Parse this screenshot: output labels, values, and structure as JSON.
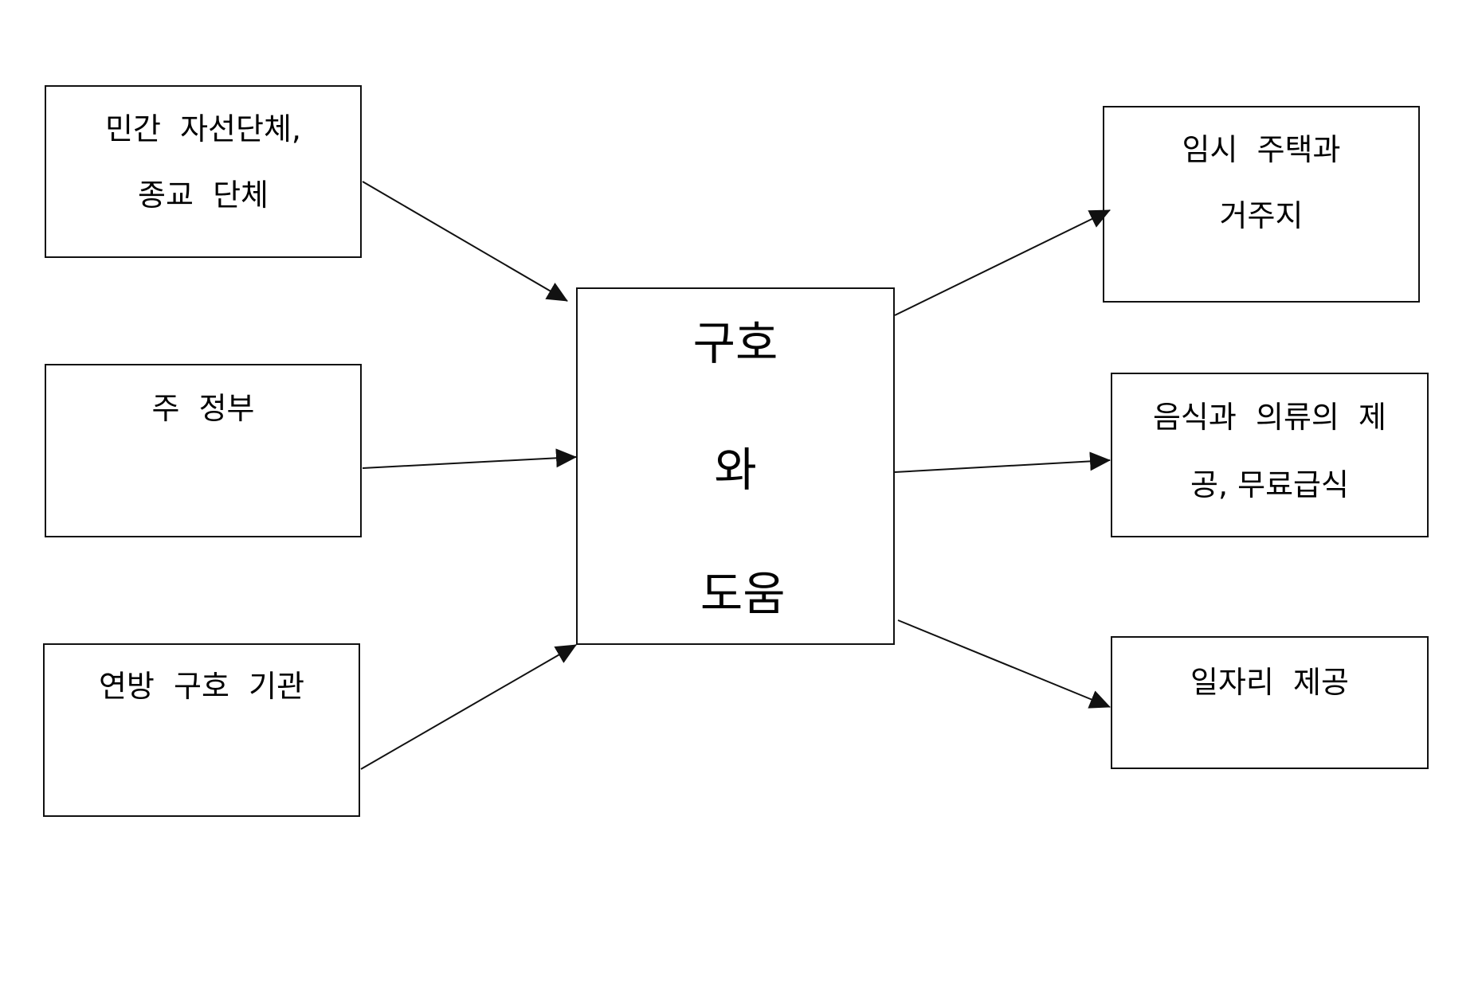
{
  "diagram": {
    "sources": [
      {
        "id": "charities",
        "lines": [
          "민간  자선단체,",
          "종교  단체"
        ]
      },
      {
        "id": "state-government",
        "lines": [
          "주  정부"
        ]
      },
      {
        "id": "federal-relief",
        "lines": [
          "연방  구호  기관"
        ]
      }
    ],
    "center": {
      "id": "relief-and-aid",
      "lines": [
        "구호",
        "와",
        " 도움"
      ]
    },
    "outcomes": [
      {
        "id": "housing",
        "lines": [
          "임시  주택과",
          "거주지"
        ]
      },
      {
        "id": "food-clothing",
        "lines": [
          "음식과  의류의  제",
          "공, 무료급식"
        ]
      },
      {
        "id": "jobs",
        "lines": [
          "일자리  제공"
        ]
      }
    ],
    "edges": [
      {
        "from": "charities",
        "to": "relief-and-aid"
      },
      {
        "from": "state-government",
        "to": "relief-and-aid"
      },
      {
        "from": "federal-relief",
        "to": "relief-and-aid"
      },
      {
        "from": "relief-and-aid",
        "to": "housing"
      },
      {
        "from": "relief-and-aid",
        "to": "food-clothing"
      },
      {
        "from": "relief-and-aid",
        "to": "jobs"
      }
    ],
    "colors": {
      "stroke": "#111111",
      "text": "#000000",
      "background": "#ffffff"
    }
  }
}
